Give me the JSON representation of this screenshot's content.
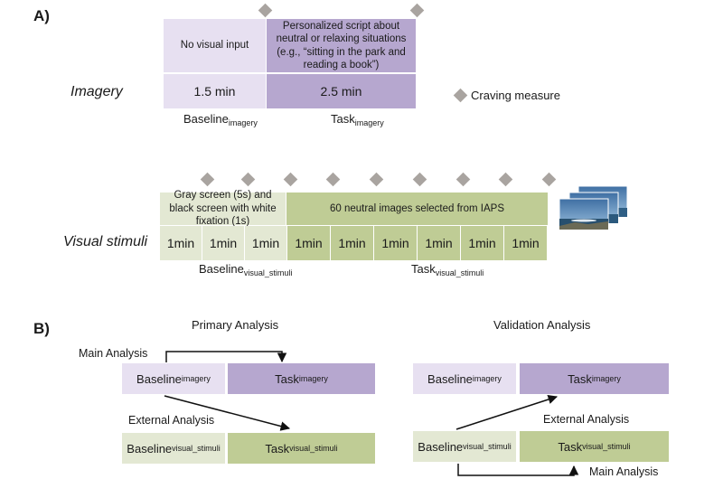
{
  "panel_a": {
    "label": "A)",
    "imagery": {
      "row_label": "Imagery",
      "baseline_text": "No visual input",
      "task_text": "Personalized script about neutral or relaxing situations (e.g., “sitting in the park and reading a book”)",
      "baseline_duration": "1.5 min",
      "task_duration": "2.5 min",
      "baseline_name": "Baseline",
      "baseline_sub": "imagery",
      "task_name": "Task",
      "task_sub": "imagery"
    },
    "legend": {
      "label": "Craving measure",
      "icon": "diamond-icon",
      "color": "#a9a4a0"
    },
    "visual": {
      "row_label": "Visual stimuli",
      "baseline_text": "Gray screen (5s) and black screen with white fixation (1s)",
      "task_text": "60 neutral images selected from IAPS",
      "cells": [
        "1min",
        "1min",
        "1min",
        "1min",
        "1min",
        "1min",
        "1min",
        "1min",
        "1min"
      ],
      "baseline_name": "Baseline",
      "baseline_sub": "visual_stimuli",
      "task_name": "Task",
      "task_sub": "visual_stimuli"
    }
  },
  "panel_b": {
    "label": "B)",
    "primary": {
      "title": "Primary Analysis",
      "main_label": "Main Analysis",
      "external_label": "External Analysis",
      "box1_name": "Baseline",
      "box1_sub": "imagery",
      "box2_name": "Task",
      "box2_sub": "imagery",
      "box3_name": "Baseline",
      "box3_sub": "visual_stimuli",
      "box4_name": "Task",
      "box4_sub": "visual_stimuli"
    },
    "validation": {
      "title": "Validation Analysis",
      "external_label": "External Analysis",
      "main_label": "Main Analysis",
      "box1_name": "Baseline",
      "box1_sub": "imagery",
      "box2_name": "Task",
      "box2_sub": "imagery",
      "box3_name": "Baseline",
      "box3_sub": "visual_stimuli",
      "box4_name": "Task",
      "box4_sub": "visual_stimuli"
    }
  },
  "colors": {
    "lavender_light": "#e7e0f1",
    "lavender_dark": "#b6a7cf",
    "green_light": "#e3e8d3",
    "green_dark": "#bfcc95",
    "diamond": "#a9a4a0"
  }
}
